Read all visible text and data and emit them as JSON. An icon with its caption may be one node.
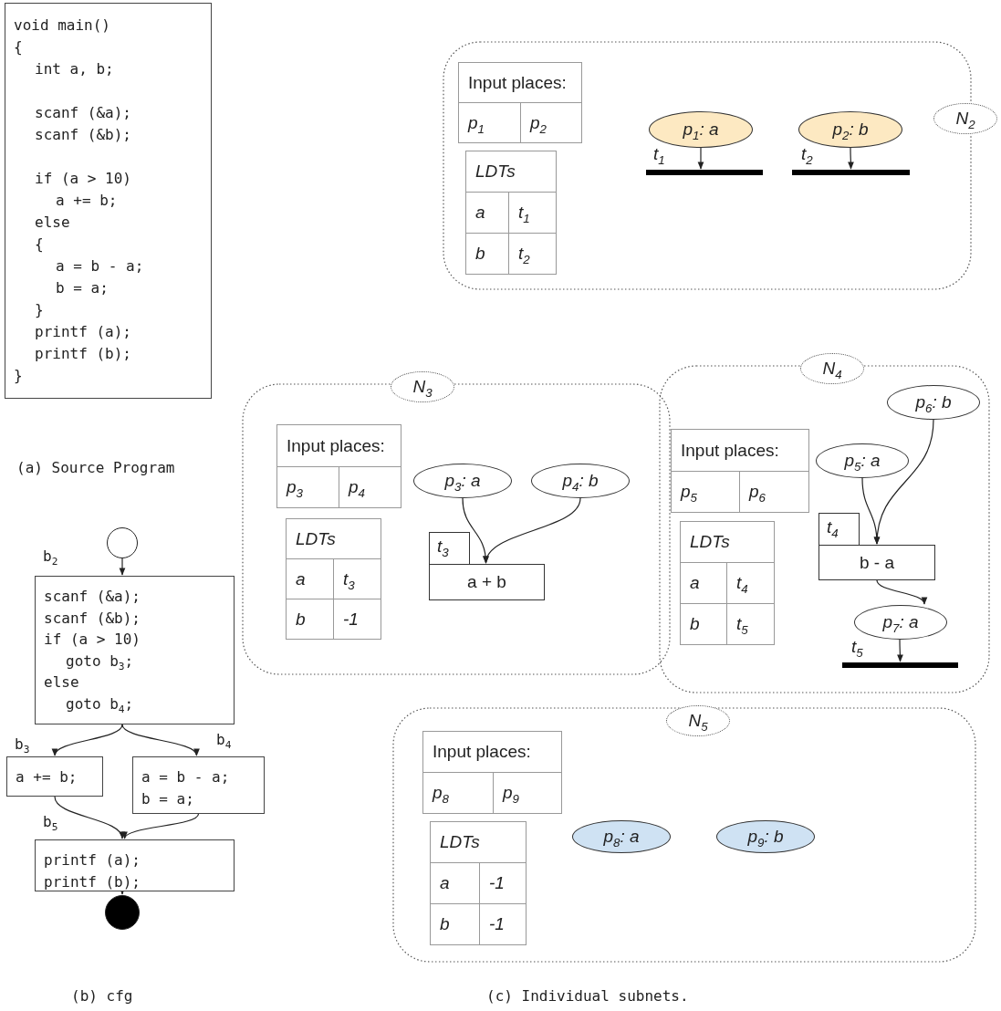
{
  "diagram": {
    "nodes": [
      {
        "text": [
          "void main()",
          "{",
          "int a, b;",
          "scanf (&a);",
          "scanf (&b);",
          "if (a > 10)",
          "a += b;",
          "else",
          "{",
          "a = b - a;",
          "b = a;",
          "}",
          "printf (a);",
          "printf (b);",
          "}"
        ]
      },
      {
        "text": [],
        "shape": "circle"
      },
      {
        "text": [
          "scanf (&a);",
          "scanf (&b);",
          "if (a > 10)",
          "goto b$_{3}$;",
          "else",
          "goto b$_{4}$;"
        ],
        "beside": [
          "b$_{2}$"
        ]
      },
      {
        "text": [
          "a += b;"
        ],
        "beside": [
          "b$_{3}$"
        ]
      },
      {
        "text": [
          "a = b - a;",
          "b = a;"
        ],
        "beside": [
          "b$_{4}$"
        ]
      },
      {
        "text": [
          "printf (a);",
          "printf (b);"
        ],
        "beside": [
          "b$_{5}$"
        ]
      },
      {
        "text": [],
        "shape": "circle"
      },
      {
        "text": [
          "N$_{2}$"
        ]
      },
      {
        "text": [
          "Input places:",
          "p$_{1}$",
          "p$_{2}$"
        ],
        "in": 7
      },
      {
        "text": [
          "LDTs",
          "a",
          "t$_{1}$",
          "b",
          "t$_{2}$"
        ],
        "in": 7
      },
      {
        "text": [
          "p$_{1}$: a"
        ],
        "in": 7
      },
      {
        "text": [],
        "shape": "bar",
        "in": 7,
        "beside": [
          "t$_{1}$"
        ]
      },
      {
        "text": [
          "p$_{2}$: b"
        ],
        "in": 7
      },
      {
        "text": [],
        "shape": "bar",
        "in": 7,
        "beside": [
          "t$_{2}$"
        ]
      },
      {
        "text": [
          "N$_{3}$"
        ]
      },
      {
        "text": [
          "Input places:",
          "p$_{3}$",
          "p$_{4}$"
        ],
        "in": 14
      },
      {
        "text": [
          "LDTs",
          "a",
          "t$_{3}$",
          "b",
          "-1"
        ],
        "in": 14
      },
      {
        "text": [
          "p$_{3}$: a"
        ],
        "in": 14
      },
      {
        "text": [
          "p$_{4}$: b"
        ],
        "in": 14
      },
      {
        "text": [
          "t$_{3}$",
          "a + b"
        ],
        "in": 14
      },
      {
        "text": [
          "N$_{4}$"
        ]
      },
      {
        "text": [
          "Input places:",
          "p$_{5}$",
          "p$_{6}$"
        ],
        "in": 20
      },
      {
        "text": [
          "LDTs",
          "a",
          "t$_{4}$",
          "b",
          "t$_{5}$"
        ],
        "in": 20
      },
      {
        "text": [
          "p$_{6}$: b"
        ],
        "in": 20
      },
      {
        "text": [
          "p$_{5}$: a"
        ],
        "in": 20
      },
      {
        "text": [
          "t$_{4}$",
          "b - a"
        ],
        "in": 20
      },
      {
        "text": [
          "p$_{7}$: a"
        ],
        "in": 20
      },
      {
        "text": [],
        "shape": "bar",
        "in": 20,
        "beside": [
          "t$_{5}$"
        ]
      },
      {
        "text": [
          "N$_{5}$"
        ]
      },
      {
        "text": [
          "Input places:",
          "p$_{8}$",
          "p$_{9}$"
        ],
        "in": 28
      },
      {
        "text": [
          "LDTs",
          "a",
          "-1",
          "b",
          "-1"
        ],
        "in": 28
      },
      {
        "text": [
          "p$_{8}$: a"
        ],
        "in": 28
      },
      {
        "text": [
          "p$_{9}$: b"
        ],
        "in": 28
      }
    ],
    "edges": [
      {
        "from": 1,
        "to": 2,
        "arrow": "to"
      },
      {
        "from": 2,
        "to": 3,
        "arrow": "to"
      },
      {
        "from": 2,
        "to": 4,
        "arrow": "to"
      },
      {
        "from": 3,
        "to": 5,
        "arrow": "to"
      },
      {
        "from": 4,
        "to": 5,
        "arrow": "to"
      },
      {
        "from": 5,
        "to": 6,
        "arrow": "to"
      },
      {
        "from": 10,
        "to": 11,
        "arrow": "to"
      },
      {
        "from": 12,
        "to": 13,
        "arrow": "to"
      },
      {
        "from": 17,
        "to": 19,
        "arrow": "to"
      },
      {
        "from": 18,
        "to": 19,
        "arrow": "to"
      },
      {
        "from": 24,
        "to": 25,
        "arrow": "to"
      },
      {
        "from": 23,
        "to": 25,
        "arrow": "to"
      },
      {
        "from": 25,
        "to": 26,
        "arrow": "to"
      },
      {
        "from": 26,
        "to": 27,
        "arrow": "to"
      }
    ],
    "labels": [
      "(a) Source Program",
      "(b) cfg",
      "(c) Individual subnets."
    ]
  }
}
